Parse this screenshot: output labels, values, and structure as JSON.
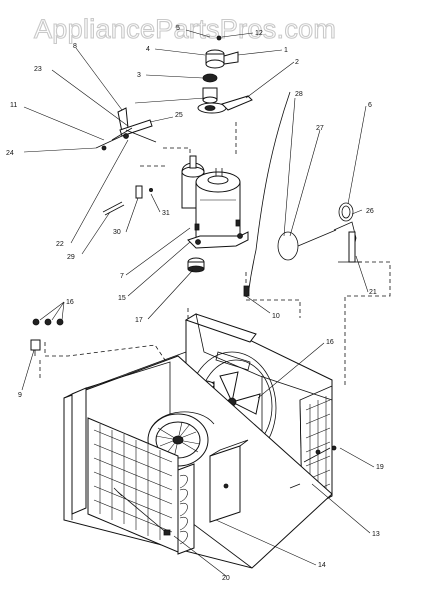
{
  "watermark": "AppliancePartsPros.com",
  "callouts": {
    "c1": "1",
    "c2": "2",
    "c3": "3",
    "c4": "4",
    "c5": "5",
    "c6": "6",
    "c7": "7",
    "c8": "8",
    "c9": "9",
    "c10": "10",
    "c11": "11",
    "c12": "12",
    "c13": "13",
    "c14": "14",
    "c15": "15",
    "c16": "16",
    "c16b": "16",
    "c17": "17",
    "c19": "19",
    "c20": "20",
    "c21": "21",
    "c22": "22",
    "c23": "23",
    "c24": "24",
    "c25": "25",
    "c26": "26",
    "c27": "27",
    "c28": "28",
    "c29": "29",
    "c30": "30",
    "c31": "31"
  }
}
